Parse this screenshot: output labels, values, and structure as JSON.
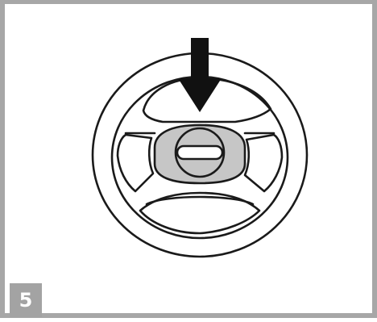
{
  "step": {
    "number": "5"
  },
  "illustration": {
    "subject": "steering-wheel",
    "action_arrow": "down-arrow",
    "highlight_color": "#c6c6c6",
    "outline_color": "#1a1a1a",
    "frame_color": "#a7a7a7"
  }
}
